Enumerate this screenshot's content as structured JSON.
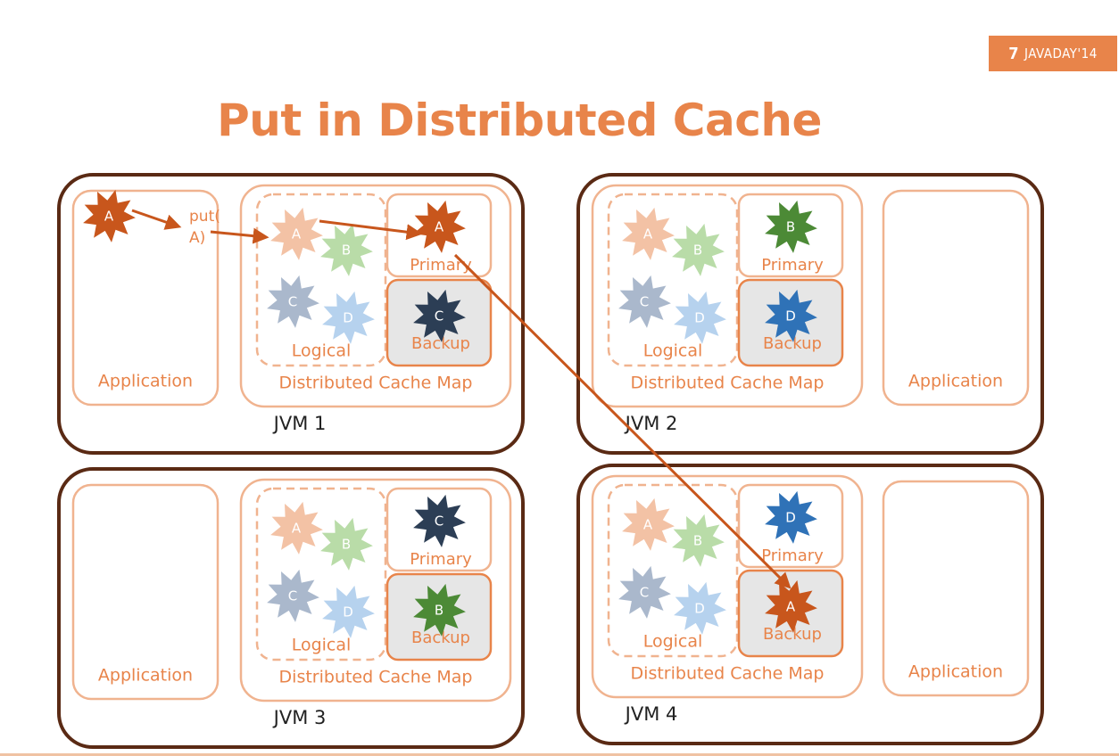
{
  "badge": {
    "mark": "7",
    "text": "JAVADAY'14"
  },
  "title": "Put in Distributed Cache",
  "labels": {
    "application": "Application",
    "logical": "Logical",
    "cache_map": "Distributed Cache Map",
    "primary": "Primary",
    "backup": "Backup",
    "put_line1": "put(",
    "put_line2": "A)"
  },
  "jvms": [
    {
      "name": "JVM 1",
      "primary": "A",
      "backup": "C"
    },
    {
      "name": "JVM 2",
      "primary": "B",
      "backup": "D"
    },
    {
      "name": "JVM 3",
      "primary": "C",
      "backup": "B"
    },
    {
      "name": "JVM 4",
      "primary": "D",
      "backup": "A"
    }
  ],
  "client_entry": "A",
  "logical_entries": [
    "A",
    "B",
    "C",
    "D"
  ],
  "colors": {
    "A": "#c8561c",
    "B": "#4c8a36",
    "C": "#2c3e55",
    "D": "#2f72b7",
    "A_light": "#f3c2a5",
    "B_light": "#b9dca8",
    "C_light": "#aab8cc",
    "D_light": "#b6d2ee",
    "accent": "#e8844a",
    "arrow": "#c8561c",
    "jvm_border": "#5a2a14",
    "inner_border": "#f0b38f"
  }
}
